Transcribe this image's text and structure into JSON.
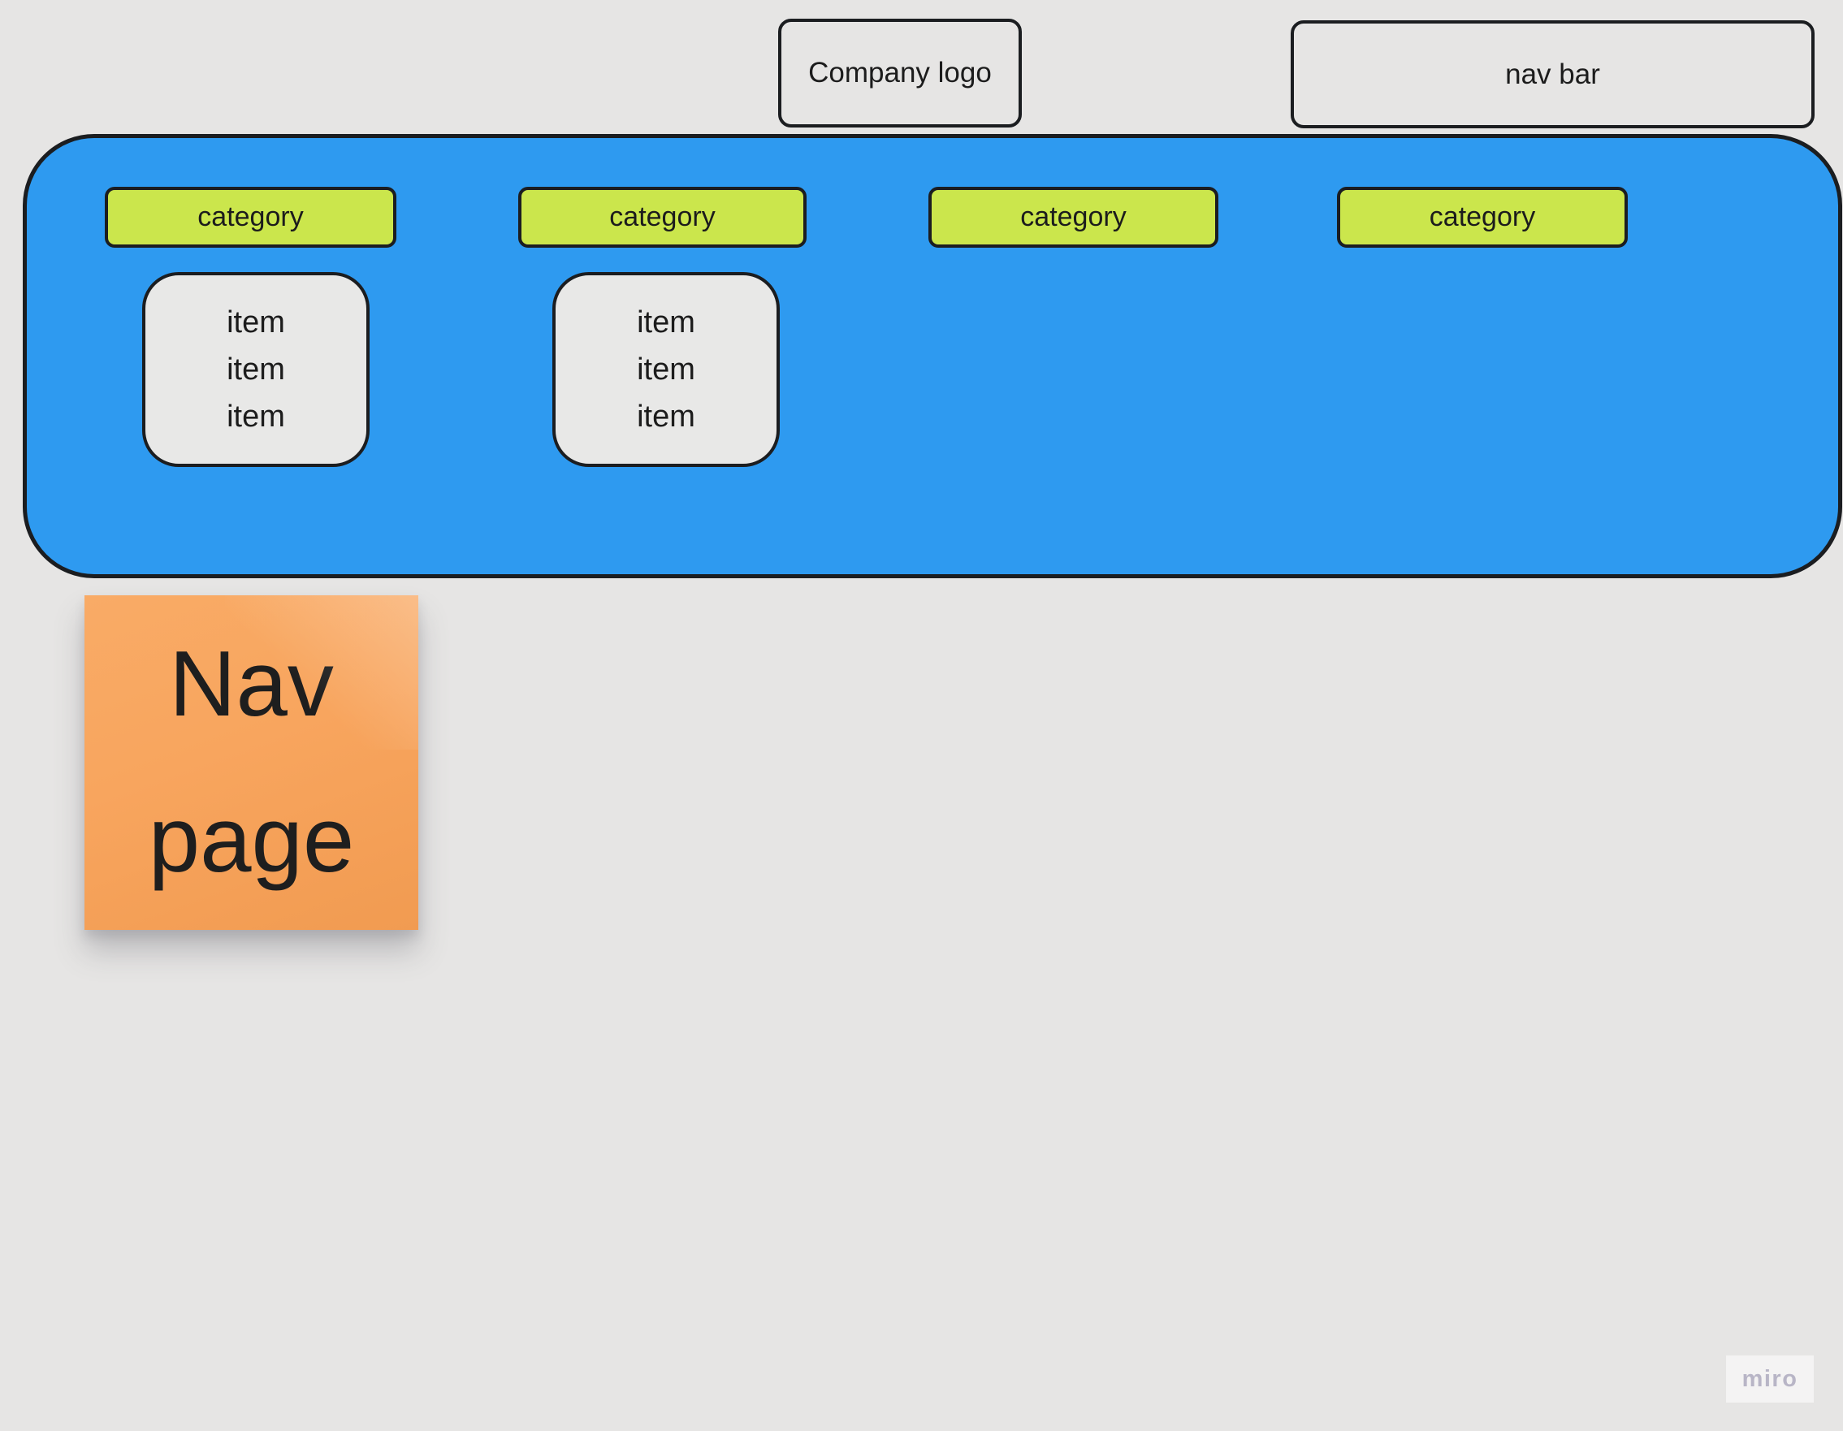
{
  "board": {
    "background": "#e6e5e4",
    "border_color": "#1b1d20"
  },
  "header": {
    "company_logo": {
      "label": "Company logo"
    },
    "nav_bar": {
      "label": "nav bar"
    }
  },
  "nav_container": {
    "fill": "#2e9af0",
    "category_fill": "#cbe64c",
    "categories": [
      {
        "label": "category",
        "items": [
          "item",
          "item",
          "item"
        ]
      },
      {
        "label": "category",
        "items": [
          "item",
          "item",
          "item"
        ]
      },
      {
        "label": "category",
        "items": []
      },
      {
        "label": "category",
        "items": []
      }
    ]
  },
  "sticky_note": {
    "fill": "#f8a55e",
    "text": "Nav\npage"
  },
  "watermark": {
    "label": "miro"
  }
}
